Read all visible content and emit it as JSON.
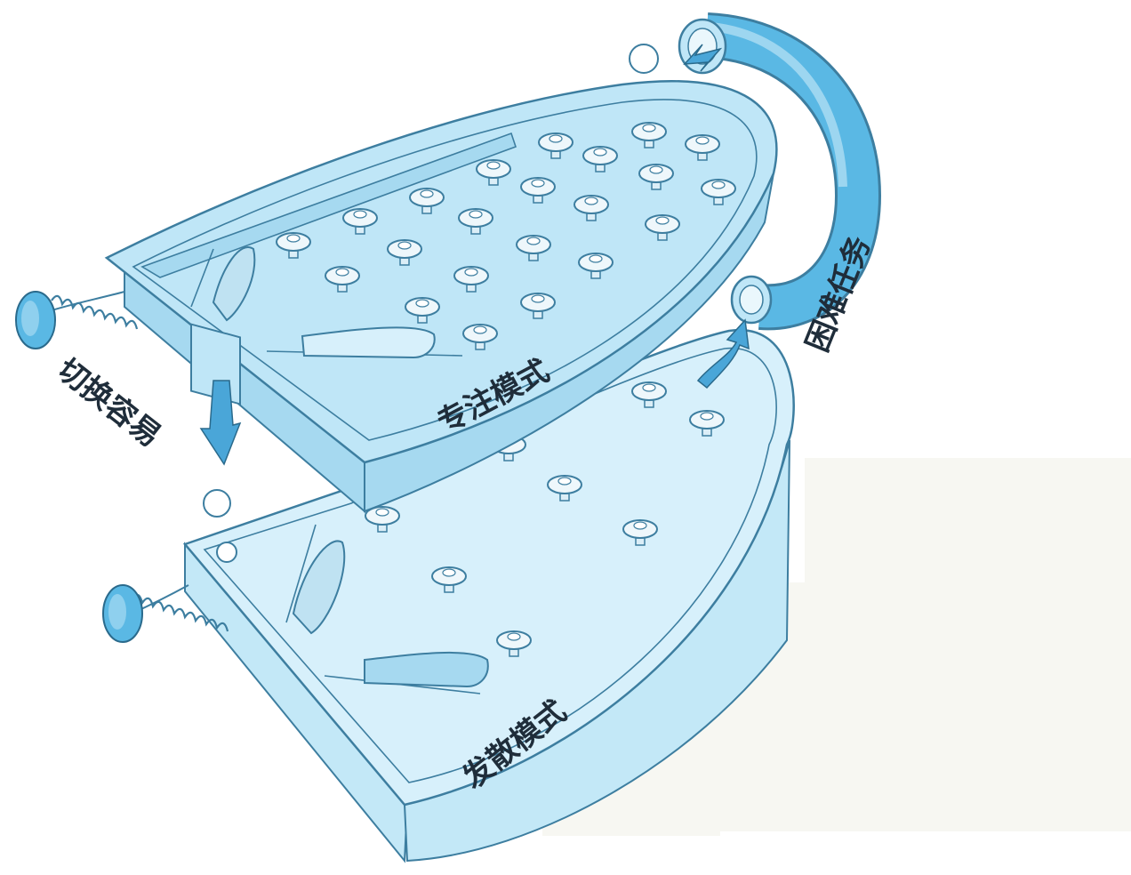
{
  "labels": {
    "focused_mode": "专注模式",
    "diffuse_mode": "发散模式",
    "easy_switch": "切换容易",
    "hard_task": "困难任务"
  },
  "colors": {
    "board_top": "#bfe6f7",
    "board_side": "#a6d9f0",
    "board_bottom": "#d7f0fb",
    "board_bottom_side": "#c3e8f7",
    "outline": "#3d7ea0",
    "bumper_cap": "#eef7fb",
    "bumper_stem": "#dbeef7",
    "plunger": "#5ab8e4",
    "ball": "#ffffff",
    "background_patch": "#f7f7f2"
  },
  "icons": {
    "bumper": "pinball-bumper-icon",
    "plunger": "spring-plunger-icon",
    "ball": "pinball-ball-icon",
    "tube": "return-tube-icon",
    "arrow": "arrow-icon"
  }
}
